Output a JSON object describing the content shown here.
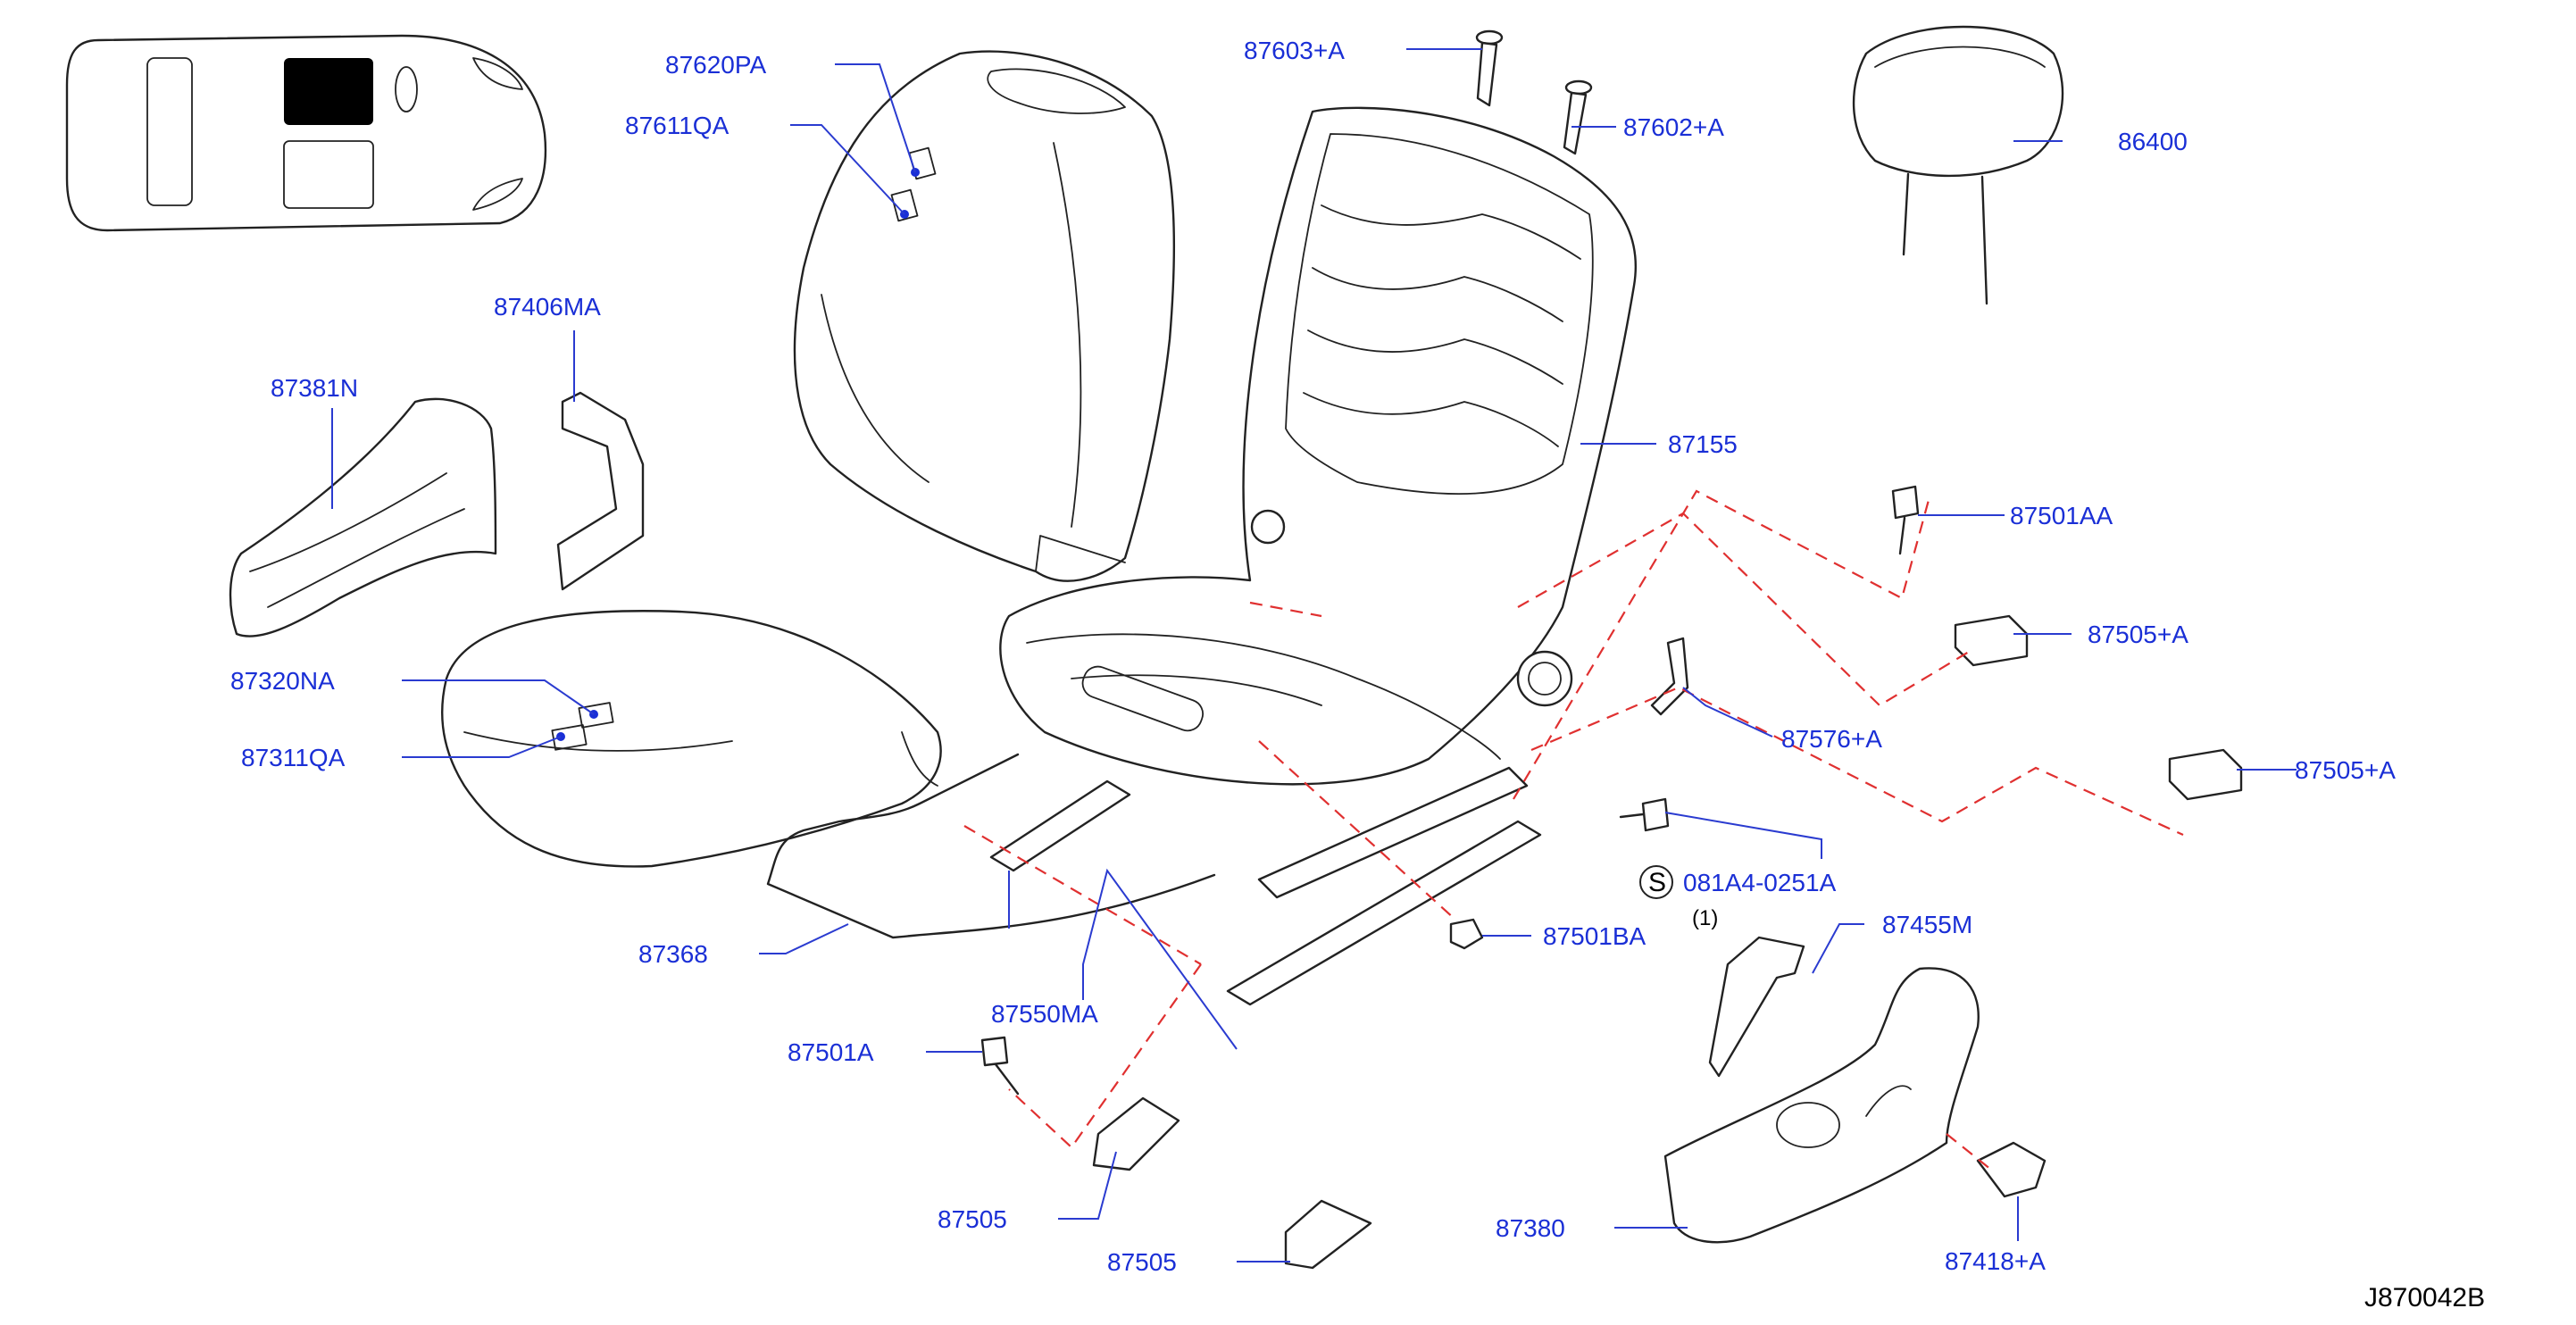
{
  "diagram_code": "J870042B",
  "colors": {
    "label": "#1a2fd6",
    "leader": "#2a3bd0",
    "dashed_guide": "#e03030",
    "outline": "#222222",
    "highlight_area": "#000000"
  },
  "locator": {
    "icon": "car-top-view-icon"
  },
  "parts": [
    {
      "id": "87620PA",
      "label": "87620PA"
    },
    {
      "id": "87611QA",
      "label": "87611QA"
    },
    {
      "id": "87603A",
      "label": "87603+A"
    },
    {
      "id": "87602A",
      "label": "87602+A"
    },
    {
      "id": "86400",
      "label": "86400"
    },
    {
      "id": "87406MA",
      "label": "87406MA"
    },
    {
      "id": "87381N",
      "label": "87381N"
    },
    {
      "id": "87155",
      "label": "87155"
    },
    {
      "id": "87501AA",
      "label": "87501AA"
    },
    {
      "id": "87505A_1",
      "label": "87505+A"
    },
    {
      "id": "87320NA",
      "label": "87320NA"
    },
    {
      "id": "87311QA",
      "label": "87311QA"
    },
    {
      "id": "87576A",
      "label": "87576+A"
    },
    {
      "id": "87505A_2",
      "label": "87505+A"
    },
    {
      "id": "081A4",
      "label": "081A4-0251A",
      "symbol": "S",
      "qty": "(1)"
    },
    {
      "id": "87455M",
      "label": "87455M"
    },
    {
      "id": "87368",
      "label": "87368"
    },
    {
      "id": "87501BA",
      "label": "87501BA"
    },
    {
      "id": "87550MA",
      "label": "87550MA"
    },
    {
      "id": "87501A",
      "label": "87501A"
    },
    {
      "id": "87505_1",
      "label": "87505"
    },
    {
      "id": "87380",
      "label": "87380"
    },
    {
      "id": "87505_2",
      "label": "87505"
    },
    {
      "id": "87418A",
      "label": "87418+A"
    }
  ]
}
